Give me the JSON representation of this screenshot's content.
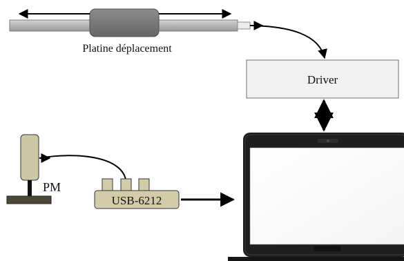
{
  "labels": {
    "stage": "Platine déplacement",
    "driver": "Driver",
    "photomultiplier": "PM",
    "daq": "USB-6212"
  },
  "colors": {
    "rail": "#b7b7b7",
    "carriage": "#7a7a7a",
    "driver_box": "#f1f1f1",
    "pm_body": "#cfc8a6",
    "pm_base": "#4b4638",
    "daq_box": "#d4cca8",
    "laptop_frame": "#1f1f1f",
    "screen": "#ffffff",
    "line": "#000000"
  }
}
